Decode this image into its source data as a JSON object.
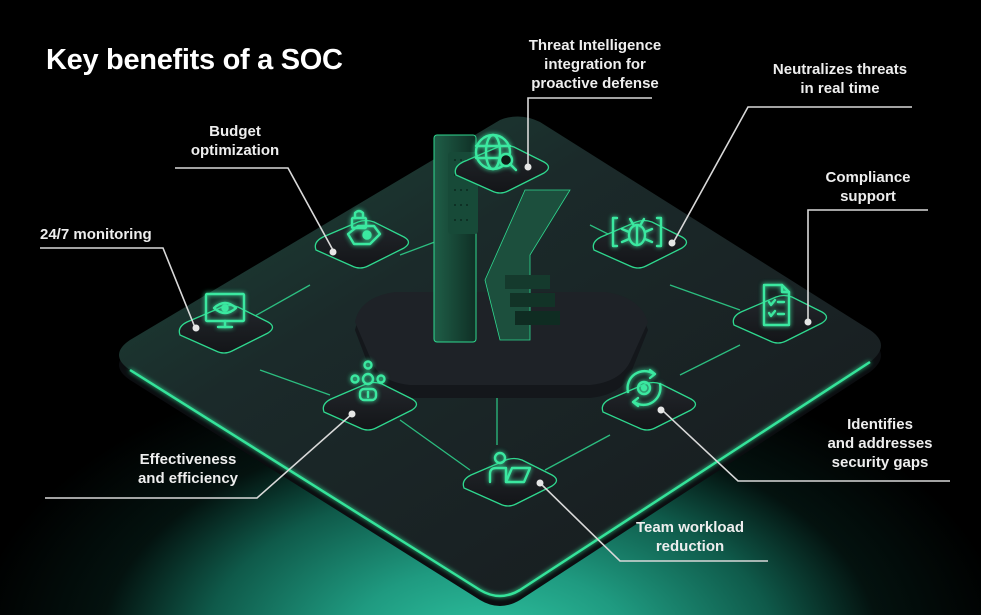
{
  "title": "Key benefits of a SOC",
  "colors": {
    "background": "#000000",
    "accent_green": "#34e39a",
    "glow_teal": "#2fc7a3",
    "platform": "#1c1f24",
    "leader_line": "#d9d9d9",
    "text": "#eeeeee"
  },
  "central_logo": {
    "icon": "kaspersky-k-logo-icon"
  },
  "benefits": [
    {
      "id": "threat-intel",
      "lines": [
        "Threat Intelligence",
        "integration for",
        "proactive defense"
      ],
      "icon": "globe-search-icon"
    },
    {
      "id": "neutralizes",
      "lines": [
        "Neutralizes threats",
        "in real time"
      ],
      "icon": "bug-icon"
    },
    {
      "id": "compliance",
      "lines": [
        "Compliance",
        "support"
      ],
      "icon": "checklist-document-icon"
    },
    {
      "id": "budget",
      "lines": [
        "Budget",
        "optimization"
      ],
      "icon": "lock-money-icon"
    },
    {
      "id": "monitoring",
      "lines": [
        "24/7 monitoring"
      ],
      "icon": "monitor-eye-icon"
    },
    {
      "id": "effectiveness",
      "lines": [
        "Effectiveness",
        "and efficiency"
      ],
      "icon": "team-network-icon"
    },
    {
      "id": "security-gaps",
      "lines": [
        "Identifies",
        "and addresses",
        "security gaps"
      ],
      "icon": "gear-refresh-icon"
    },
    {
      "id": "workload",
      "lines": [
        "Team workload",
        "reduction"
      ],
      "icon": "person-laptop-icon"
    }
  ]
}
